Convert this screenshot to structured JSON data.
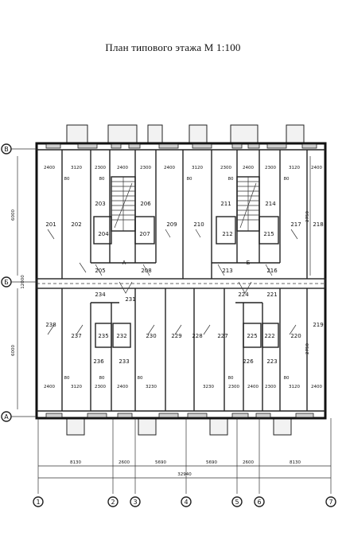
{
  "title": "План типового этажа М 1:100",
  "rooms_top": [
    {
      "id": "r201",
      "label": "201"
    },
    {
      "id": "r202",
      "label": "202"
    },
    {
      "id": "r203",
      "label": "203"
    },
    {
      "id": "r204",
      "label": "204"
    },
    {
      "id": "r205",
      "label": "205"
    },
    {
      "id": "r206",
      "label": "206"
    },
    {
      "id": "r207",
      "label": "207"
    },
    {
      "id": "r208",
      "label": "208"
    },
    {
      "id": "r209",
      "label": "209"
    },
    {
      "id": "r210",
      "label": "210"
    },
    {
      "id": "r211",
      "label": "211"
    },
    {
      "id": "r212",
      "label": "212"
    },
    {
      "id": "r213",
      "label": "213"
    },
    {
      "id": "r214",
      "label": "214"
    },
    {
      "id": "r215",
      "label": "215"
    },
    {
      "id": "r216",
      "label": "216"
    },
    {
      "id": "r217",
      "label": "217"
    },
    {
      "id": "r218",
      "label": "218"
    }
  ],
  "rooms_bottom": [
    {
      "id": "r219",
      "label": "219"
    },
    {
      "id": "r220",
      "label": "220"
    },
    {
      "id": "r221",
      "label": "221"
    },
    {
      "id": "r222",
      "label": "222"
    },
    {
      "id": "r223",
      "label": "223"
    },
    {
      "id": "r224",
      "label": "224"
    },
    {
      "id": "r225",
      "label": "225"
    },
    {
      "id": "r226",
      "label": "226"
    },
    {
      "id": "r227",
      "label": "227"
    },
    {
      "id": "r228",
      "label": "228"
    },
    {
      "id": "r229",
      "label": "229"
    },
    {
      "id": "r230",
      "label": "230"
    },
    {
      "id": "r231",
      "label": "231"
    },
    {
      "id": "r232",
      "label": "232"
    },
    {
      "id": "r233",
      "label": "233"
    },
    {
      "id": "r234",
      "label": "234"
    },
    {
      "id": "r235",
      "label": "235"
    },
    {
      "id": "r236",
      "label": "236"
    },
    {
      "id": "r237",
      "label": "237"
    },
    {
      "id": "r238",
      "label": "238"
    }
  ],
  "stair_labels": {
    "left": "А",
    "right": "Б"
  },
  "axis_rows": {
    "top": "В",
    "middle": "Б",
    "bottom": "А"
  },
  "axis_cols": [
    "1",
    "2",
    "3",
    "4",
    "5",
    "6",
    "7"
  ],
  "dims_top": [
    "2400",
    "3120",
    "2300",
    "2400",
    "2300",
    "2400",
    "3120",
    "2300",
    "2400",
    "2300",
    "3120",
    "2400"
  ],
  "dims_bottom": [
    "2400",
    "3120",
    "2300",
    "2400",
    "3230",
    "3230",
    "2300",
    "2400",
    "2300",
    "3120",
    "2400"
  ],
  "dims_overall": {
    "spans": [
      "8130",
      "2600",
      "5690",
      "5690",
      "2600",
      "8130"
    ],
    "total": "32940"
  },
  "dims_left": [
    "6000",
    "12000",
    "6000"
  ],
  "dims_right": [
    "2750",
    "2750"
  ],
  "door_marks": [
    "80",
    "80",
    "80",
    "80",
    "80",
    "80",
    "80",
    "80",
    "80",
    "80"
  ]
}
